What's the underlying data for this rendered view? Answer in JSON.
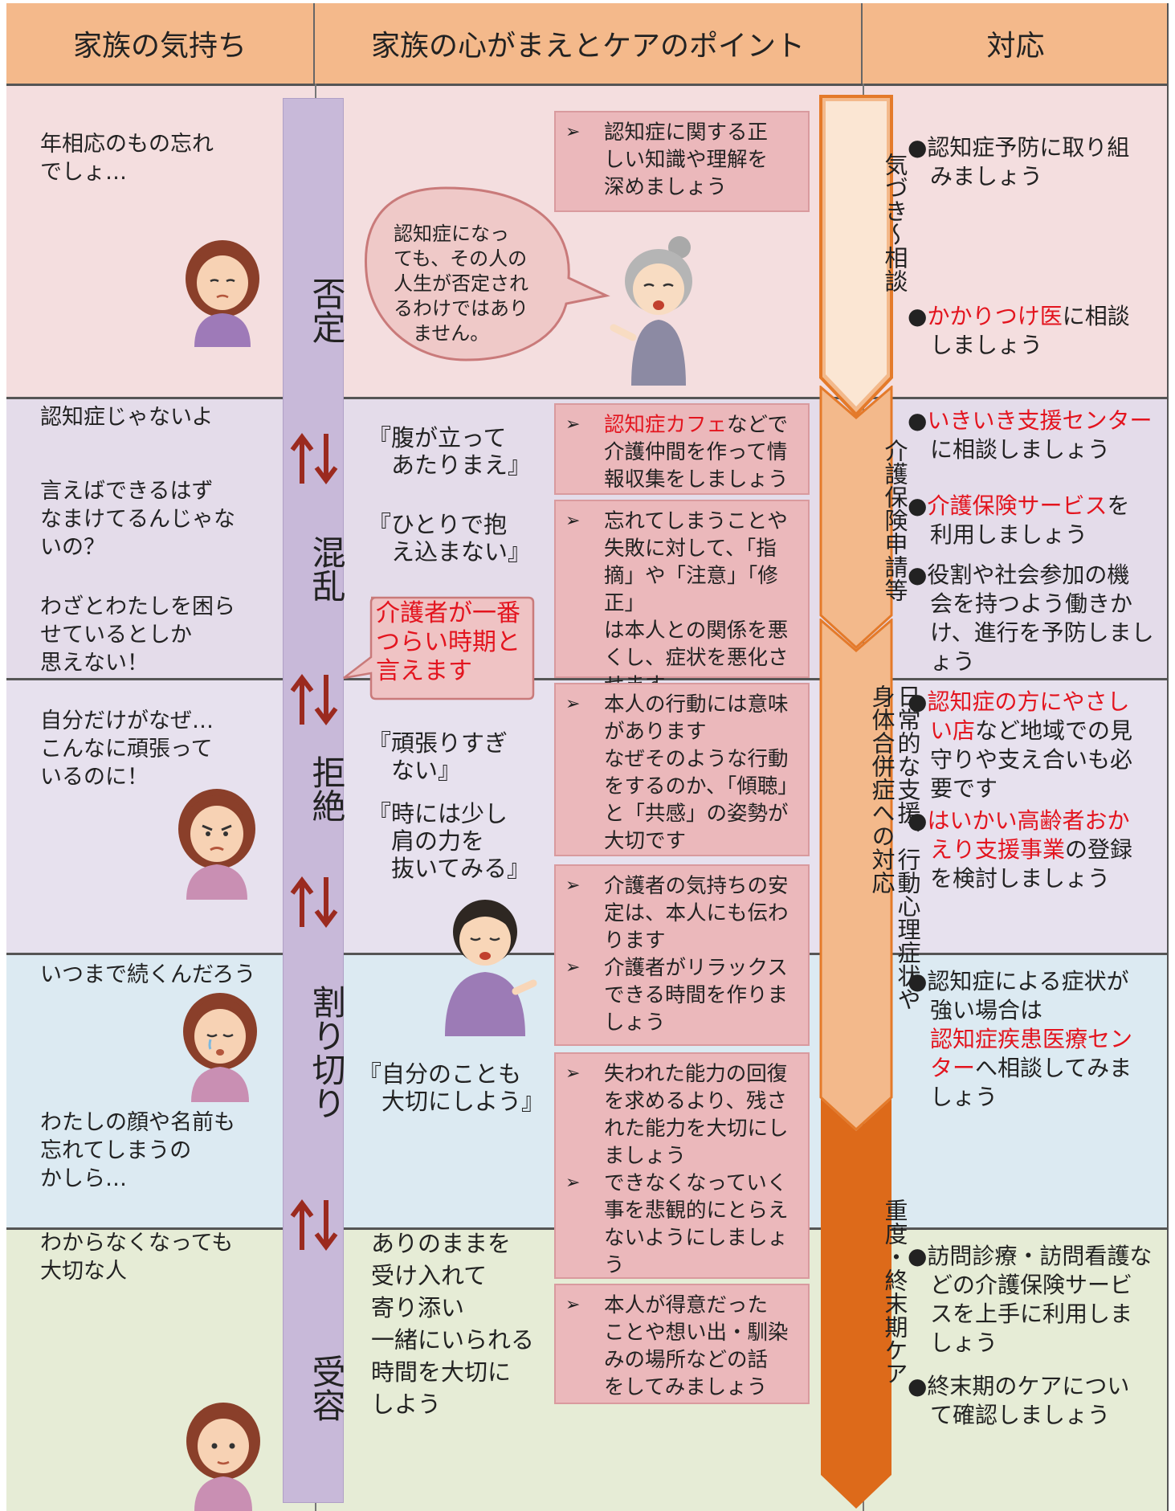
{
  "headers": {
    "col1": "家族の気持ち",
    "col2": "家族の心がまえとケアのポイント",
    "col3": "対応"
  },
  "colors": {
    "header": "#f4b98b",
    "band_denial": "#f4dedf",
    "band_confusion": "#e4dcea",
    "band_rejection": "#e7e1ee",
    "band_resignation": "#dceaf2",
    "band_acceptance": "#e6ecd6",
    "stage_bar": "#c8b9d9",
    "box": "#ebb8bb",
    "phase_light": "#f3b98b",
    "phase_dark": "#dd6a1a",
    "red_text": "#e3141e"
  },
  "stages": [
    "否定",
    "混乱",
    "拒絶",
    "割り切り",
    "受容"
  ],
  "feelings": {
    "f1": "年相応のもの忘れ\nでしょ…",
    "f2": "認知症じゃないよ",
    "f3": "言えばできるはず\nなまけてるんじゃな\nいの？",
    "f4": "わざとわたしを困ら\nせているとしか\n思えない！",
    "f5": "自分だけがなぜ…\nこんなに頑張って\nいるのに！",
    "f6": "いつまで続くんだろう",
    "f7": "わたしの顔や名前も\n忘れてしまうの\nかしら…",
    "f8": "わからなくなっても\n大切な人"
  },
  "speech_bubble": "認知症になっ\nても、その人の\n人生が否定され\nるわけではあり\n　ません。",
  "red_callout": "介護者が一番\nつらい時期と\n言えます",
  "quotes": {
    "q1": "『腹が立って\n　あたりまえ』",
    "q2": "『ひとりで抱\n　え込まない』",
    "q3": "『頑張りすぎ\n　ない』",
    "q4": "『時には少し\n　肩の力を\n　抜いてみる』",
    "q5": "『自分のことも\n　大切にしよう』",
    "q6": "ありのままを\n受け入れて\n寄り添い\n一緒にいられる\n時間を大切に\nしよう"
  },
  "marker": "➢",
  "boxes": {
    "b1": "認知症に関する正\nしい知識や理解を\n深めましょう",
    "b2_red": "認知症カフェ",
    "b2": "などで\n介護仲間を作って情\n報収集をしましょう",
    "b3": "忘れてしまうことや\n失敗に対して、「指\n摘」や「注意」「修正」\nは本人との関係を悪\nくし、症状を悪化さ\nせます",
    "b4": "本人の行動には意味\nがあります\nなぜそのような行動\nをするのか、「傾聴」\nと「共感」の姿勢が\n大切です",
    "b5a": "介護者の気持ちの安\n定は、本人にも伝わ\nります",
    "b5b": "介護者がリラックス\nできる時間を作りま\nしょう",
    "b6a": "失われた能力の回復\nを求めるより、残さ\nれた能力を大切にし\nましょう",
    "b6b": "できなくなっていく\n事を悲観的にとらえ\nないようにしましょ\nう",
    "b7": "本人が得意だった\nことや想い出・馴染\nみの場所などの話\nをしてみましょう"
  },
  "phases": {
    "p1": "気づき〜相談",
    "p2": "介護保険申請等",
    "p3a": "日常的な支援、行動心理症状や",
    "p3b": "身体合併症への対応",
    "p4": "重度・終末期ケア"
  },
  "responses": {
    "r1": "●認知症予防に取り組\n　みましょう",
    "r2_pre": "●",
    "r2_red": "かかりつけ医",
    "r2": "に相談\n　しましょう",
    "r3_pre": "●",
    "r3_red": "いきいき支援センター",
    "r3": "\n　に相談しましょう",
    "r4_pre": "●",
    "r4_red": "介護保険サービス",
    "r4": "を\n　利用しましょう",
    "r5": "●役割や社会参加の機\n　会を持つよう働きか\n　け、進行を予防しまし\n　ょう",
    "r6_pre": "●",
    "r6_red": "認知症の方にやさし\n　い店",
    "r6": "など地域での見\n　守りや支え合いも必\n　要です",
    "r7_pre": "●",
    "r7_red": "はいかい高齢者おか\n　えり支援事業",
    "r7": "の登録\n　を検討しましょう",
    "r8": "●認知症による症状が\n　強い場合は\n　",
    "r8_red": "認知症疾患医療セン\n　ター",
    "r8_post": "へ相談してみま\n　しょう",
    "r9": "●訪問診療・訪問看護な\n　どの介護保険サービ\n　スを上手に利用しま\n　しょう",
    "r10": "●終末期のケアについ\n　て確認しましょう"
  }
}
